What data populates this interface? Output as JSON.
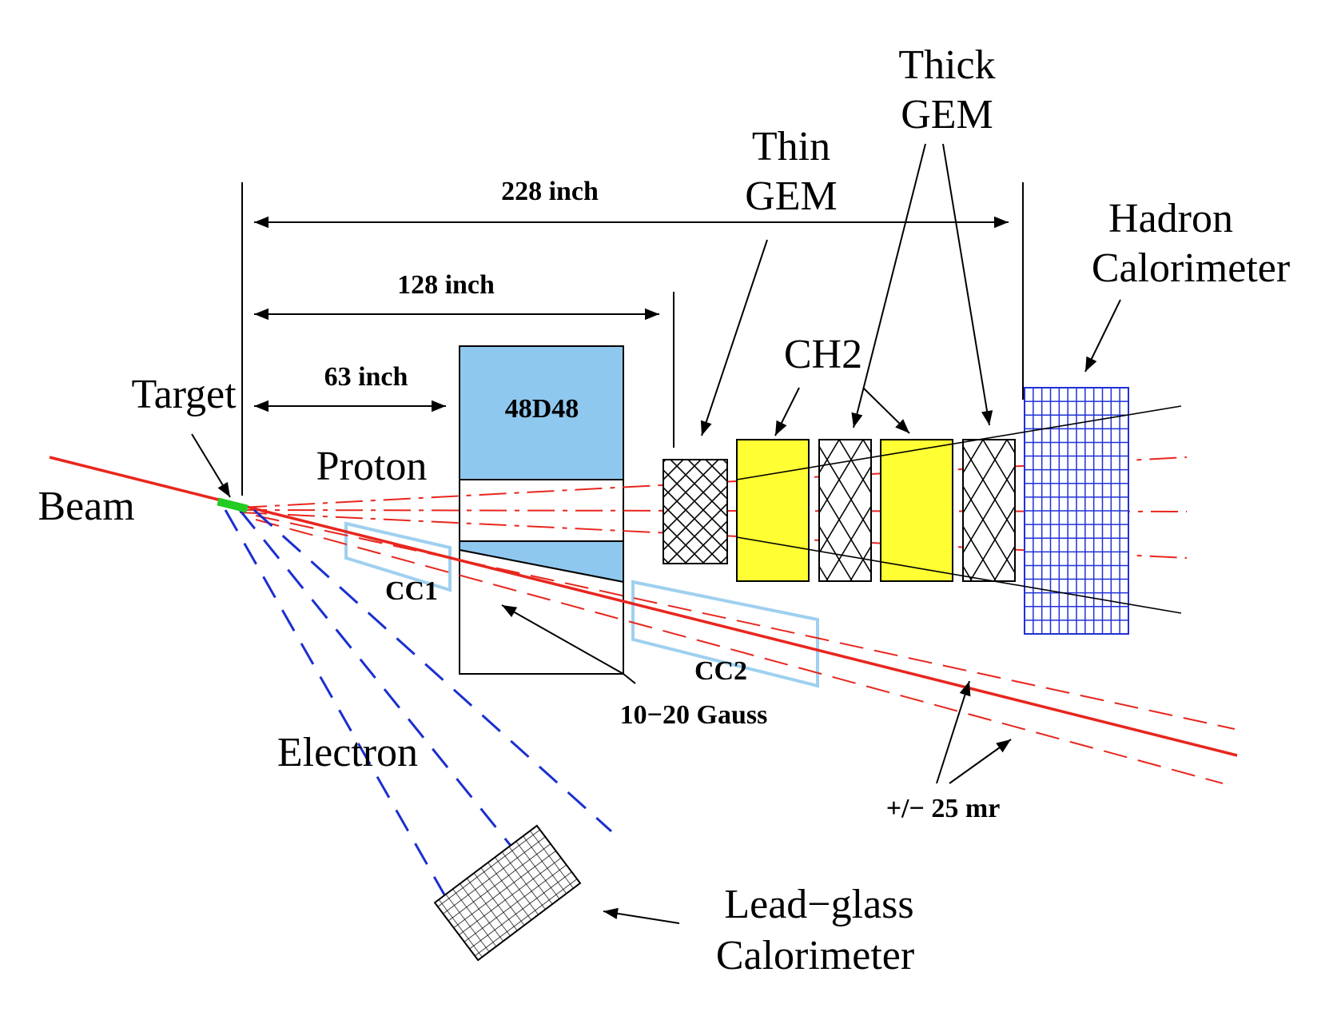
{
  "labels": {
    "thick_gem": [
      "Thick",
      "GEM"
    ],
    "thin_gem": [
      "Thin",
      "GEM"
    ],
    "hadron_calorimeter": [
      "Hadron",
      "Calorimeter"
    ],
    "lead_glass_calorimeter": [
      "Lead−glass",
      "Calorimeter"
    ],
    "dim_228": "228 inch",
    "dim_128": "128 inch",
    "dim_63": "63 inch",
    "target": "Target",
    "beam": "Beam",
    "proton": "Proton",
    "electron": "Electron",
    "magnet": "48D48",
    "ch2": "CH2",
    "cc1": "CC1",
    "cc2": "CC2",
    "field": "10−20 Gauss",
    "angle": "+/− 25 mr"
  },
  "colors": {
    "beam_line": "#e8261e",
    "proton_dash": "#e8261e",
    "electron_dash": "#1a2fd0",
    "magnet_fill": "#8fc8ee",
    "ch2_fill": "#ffff33",
    "hadron_grid": "#2030d8",
    "cc_outline": "#9fd0ef",
    "target_fill": "#22cc22"
  }
}
